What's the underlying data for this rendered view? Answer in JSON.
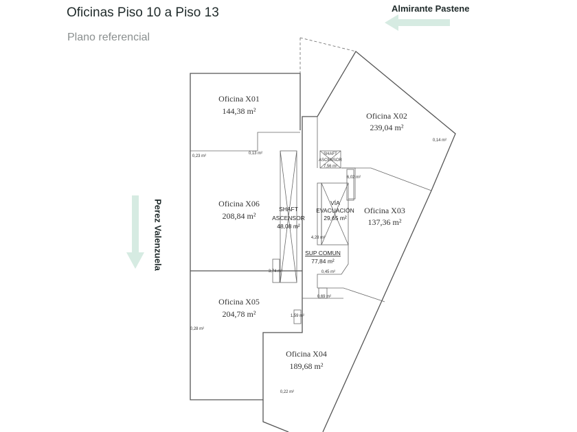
{
  "header": {
    "title": "Oficinas Piso 10 a Piso 13",
    "subtitle": "Plano referencial"
  },
  "streets": {
    "top": "Almirante Pastene",
    "left": "Perez Valenzuela"
  },
  "colors": {
    "arrow": "#d6ebe2",
    "walls": "#555555"
  },
  "offices": [
    {
      "name": "Oficina X01",
      "area": "144,38 m²"
    },
    {
      "name": "Oficina X02",
      "area": "239,04 m²"
    },
    {
      "name": "Oficina X03",
      "area": "137,36 m²"
    },
    {
      "name": "Oficina X04",
      "area": "189,68 m²"
    },
    {
      "name": "Oficina X05",
      "area": "204,78 m²"
    },
    {
      "name": "Oficina X06",
      "area": "208,84 m²"
    }
  ],
  "core": {
    "shaft_main": {
      "line1": "SHAFT",
      "line2": "ASCENSOR",
      "area": "48,08 m²"
    },
    "shaft_small": {
      "line1": "SHAFT",
      "line2": "ASCENSOR",
      "area": "7,56 m²"
    },
    "via": {
      "line1": "VÍA",
      "line2": "EVACUACIÓN",
      "area": "29,65 m²"
    },
    "sup_comun": {
      "label": "SUP COMUN",
      "area": "77,84 m²"
    }
  },
  "small_areas": [
    "0,23 m²",
    "0,13 m²",
    "0,14 m²",
    "6,02 m²",
    "4,28 m²",
    "3,74 m²",
    "0,45 m²",
    "0,69 m²",
    "1,59 m²",
    "0,28 m²",
    "0,22 m²"
  ]
}
